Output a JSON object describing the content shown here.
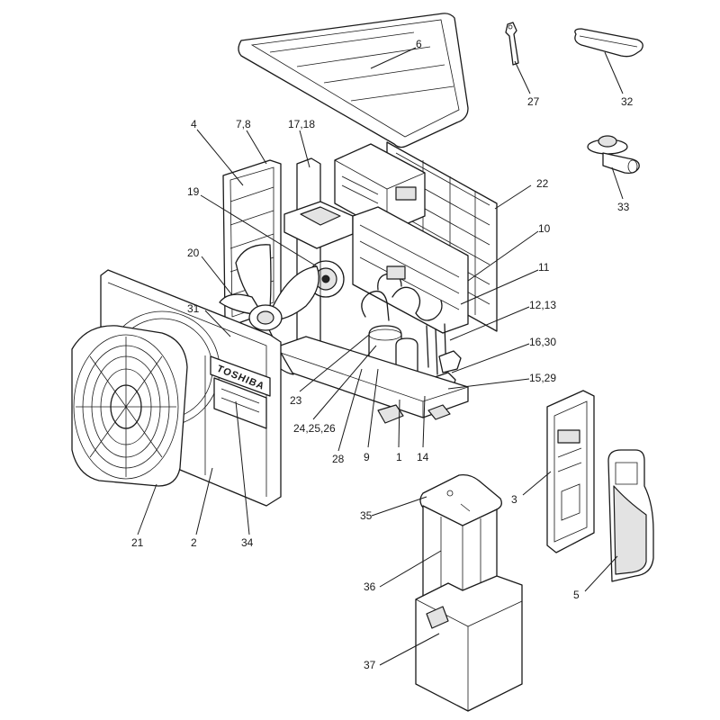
{
  "brand": "TOSHIBA",
  "callouts": [
    {
      "id": "c6",
      "text": "6"
    },
    {
      "id": "c27",
      "text": "27"
    },
    {
      "id": "c32",
      "text": "32"
    },
    {
      "id": "c4",
      "text": "4"
    },
    {
      "id": "c78",
      "text": "7,8"
    },
    {
      "id": "c1718",
      "text": "17,18"
    },
    {
      "id": "c22",
      "text": "22"
    },
    {
      "id": "c33",
      "text": "33"
    },
    {
      "id": "c19",
      "text": "19"
    },
    {
      "id": "c10",
      "text": "10"
    },
    {
      "id": "c20",
      "text": "20"
    },
    {
      "id": "c11",
      "text": "11"
    },
    {
      "id": "c31",
      "text": "31"
    },
    {
      "id": "c1213",
      "text": "12,13"
    },
    {
      "id": "c1630",
      "text": "16,30"
    },
    {
      "id": "c1529",
      "text": "15,29"
    },
    {
      "id": "c23",
      "text": "23"
    },
    {
      "id": "c242526",
      "text": "24,25,26"
    },
    {
      "id": "c28",
      "text": "28"
    },
    {
      "id": "c9",
      "text": "9"
    },
    {
      "id": "c1",
      "text": "1"
    },
    {
      "id": "c14",
      "text": "14"
    },
    {
      "id": "c3",
      "text": "3"
    },
    {
      "id": "c35",
      "text": "35"
    },
    {
      "id": "c21",
      "text": "21"
    },
    {
      "id": "c2",
      "text": "2"
    },
    {
      "id": "c34",
      "text": "34"
    },
    {
      "id": "c5",
      "text": "5"
    },
    {
      "id": "c36",
      "text": "36"
    },
    {
      "id": "c37",
      "text": "37"
    }
  ]
}
